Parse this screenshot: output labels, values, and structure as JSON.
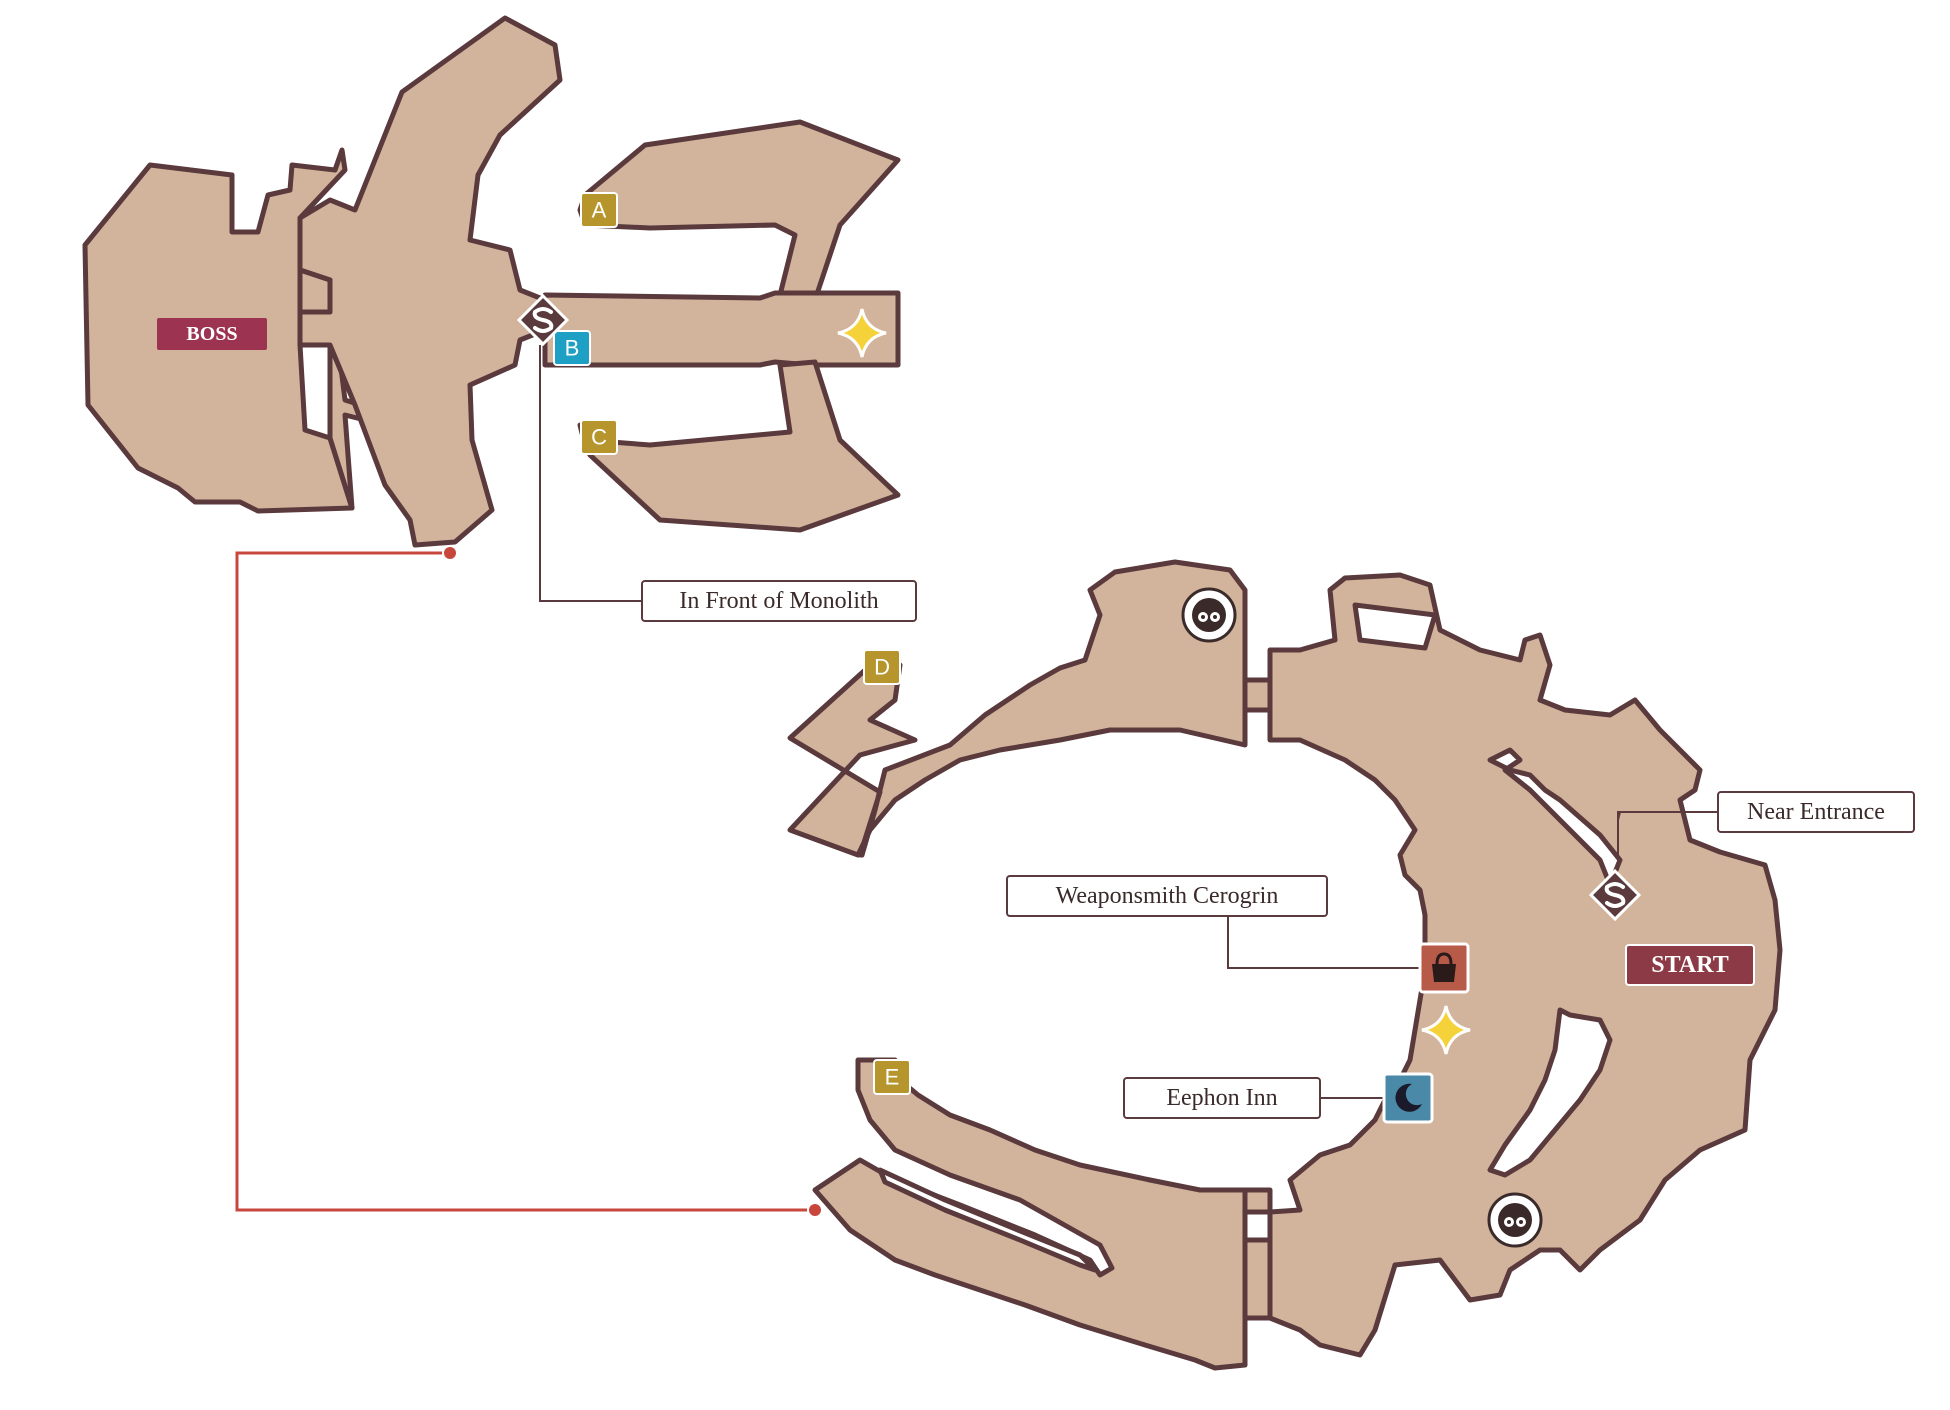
{
  "markers": {
    "boss_label": "BOSS",
    "start_label": "START",
    "exits": [
      "A",
      "B",
      "C",
      "D",
      "E"
    ]
  },
  "callouts": {
    "save_north": "In Front of Monolith",
    "save_south": "Near Entrance",
    "shop": "Weaponsmith Cerogrin",
    "inn": "Eephon Inn"
  },
  "icons": {
    "save_point": "save-icon",
    "shop": "shop-bag-icon",
    "inn": "inn-moon-icon",
    "treasure": "sparkle-icon",
    "npc": "npc-face-icon"
  },
  "colors": {
    "floor": "#d2b49c",
    "outline": "#5a3a3c",
    "exit_marker": "#b6952c",
    "exit_marker_alt": "#1ea0c4",
    "boss_tag": "#9c3350",
    "start_tag": "#8b3a46",
    "shop": "#b85a48",
    "inn": "#4a8aa8",
    "route": "#c8473c"
  }
}
